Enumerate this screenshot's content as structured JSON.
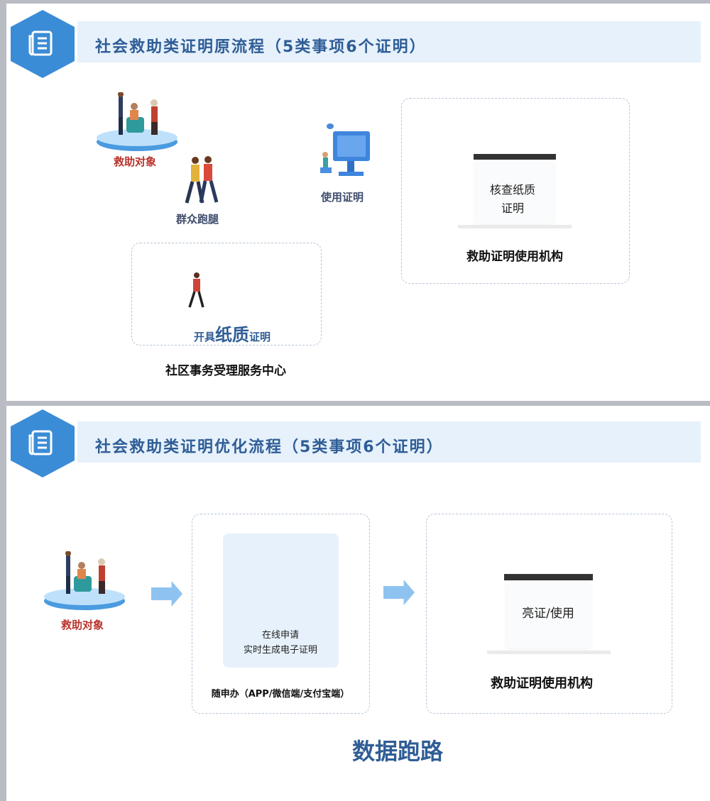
{
  "section1": {
    "title": "社会救助类证明原流程（5类事项6个证明）",
    "recipient": "救助对象",
    "errand": "群众跑腿",
    "use_cert": "使用证明",
    "issue_prefix": "开具",
    "issue_emph": "纸质",
    "issue_suffix": "证明",
    "center": "社区事务受理服务中心",
    "check_line1": "核查纸质",
    "check_line2": "证明",
    "institution": "救助证明使用机构"
  },
  "section2": {
    "title": "社会救助类证明优化流程（5类事项6个证明）",
    "recipient": "救助对象",
    "apply_line1": "在线申请",
    "apply_line2": "实时生成电子证明",
    "channel": "随申办（APP/微信端/支付宝端）",
    "show": "亮证/使用",
    "institution": "救助证明使用机构",
    "slogan": "数据跑路"
  },
  "colors": {
    "accent": "#3b8cd6",
    "title": "#2f5d96",
    "recipient": "#b8322c"
  }
}
